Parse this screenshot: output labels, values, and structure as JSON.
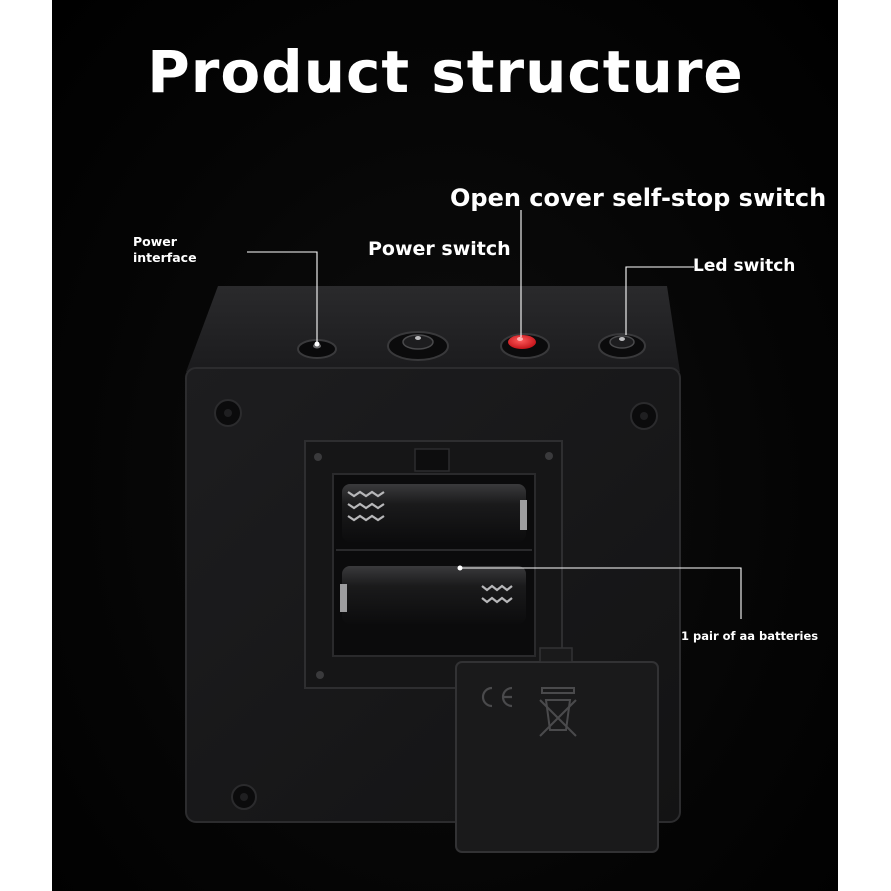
{
  "title": "Product structure",
  "callouts": {
    "open_cover": "Open cover self-stop switch",
    "power_switch": "Power switch",
    "led_switch": "Led switch",
    "power_interface": "Power\ninterface",
    "batteries": "1 pair of aa batteries"
  },
  "colors": {
    "background": "#000000",
    "text": "#ffffff",
    "indicator_red": "#e8242a"
  }
}
